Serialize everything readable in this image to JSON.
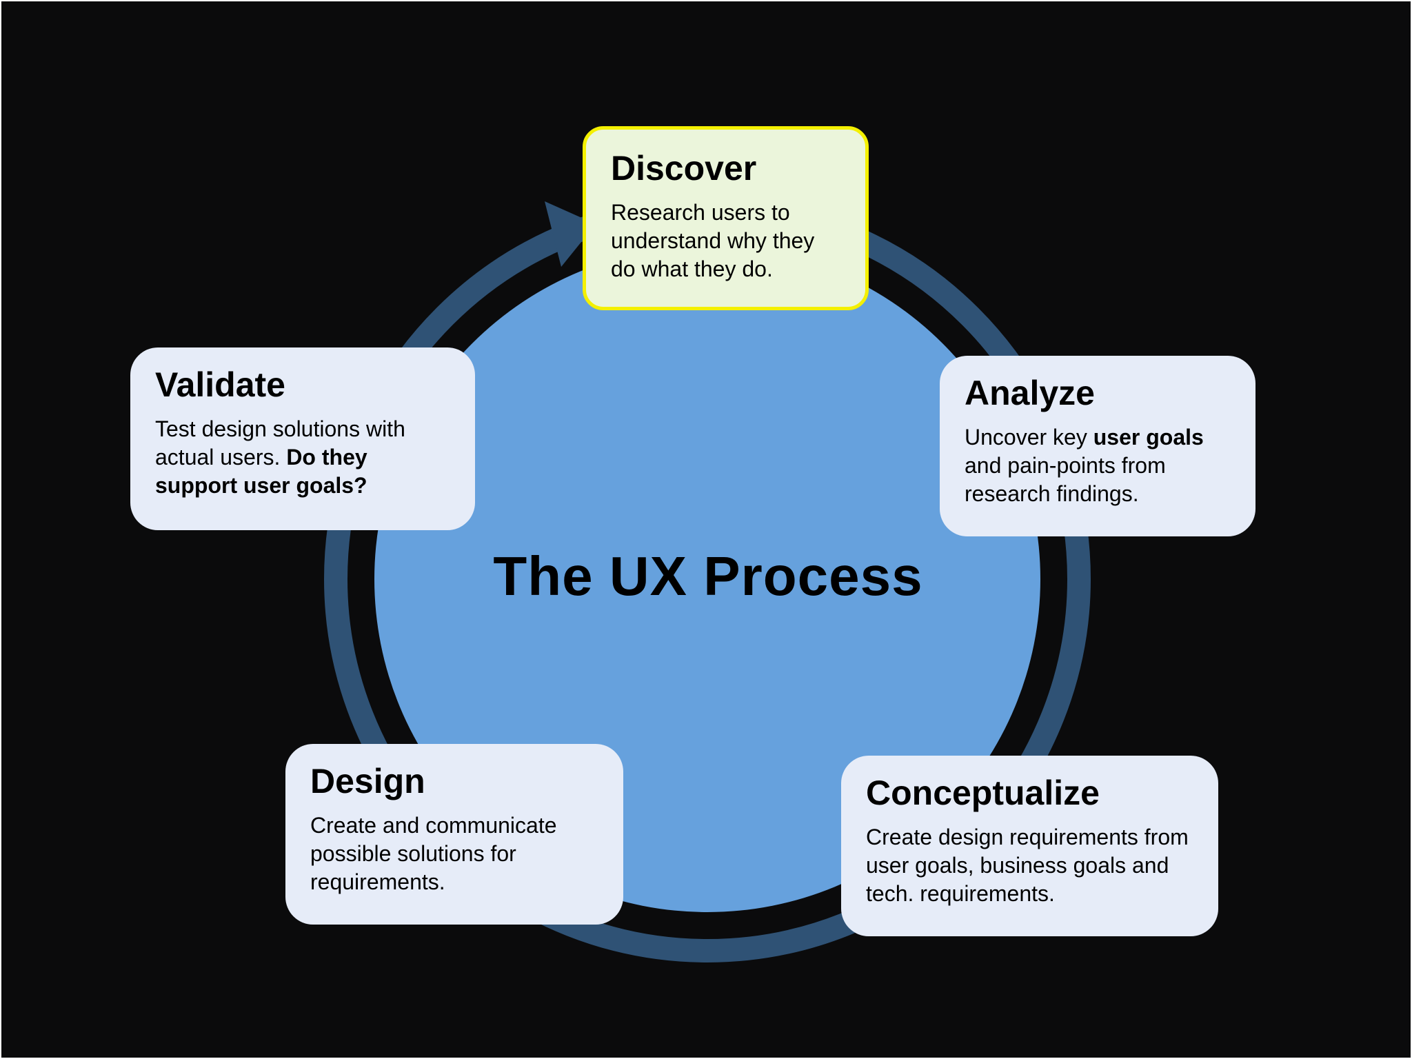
{
  "diagram": {
    "title": "The UX Process",
    "colors": {
      "background": "#0b0b0c",
      "ring": "#2f5275",
      "center_circle": "#66a1dd",
      "card": "#e6ecf8",
      "highlight_card": "#ebf5db",
      "highlight_border": "#f4f000"
    },
    "steps": [
      {
        "title": "Discover",
        "description": [
          "Research users to understand why they do what they do."
        ],
        "highlighted": true
      },
      {
        "title": "Analyze",
        "description": [
          "Uncover key ",
          "user goals",
          " and pain-points from research findings."
        ]
      },
      {
        "title": "Conceptualize",
        "description": [
          "Create design requirements from user goals, business goals and tech. requirements."
        ]
      },
      {
        "title": "Design",
        "description": [
          "Create and communicate possible solutions for requirements."
        ]
      },
      {
        "title": "Validate",
        "description": [
          "Test design solutions with actual users. ",
          "Do they support user goals?"
        ]
      }
    ],
    "arrow": "arrow-right-icon"
  }
}
